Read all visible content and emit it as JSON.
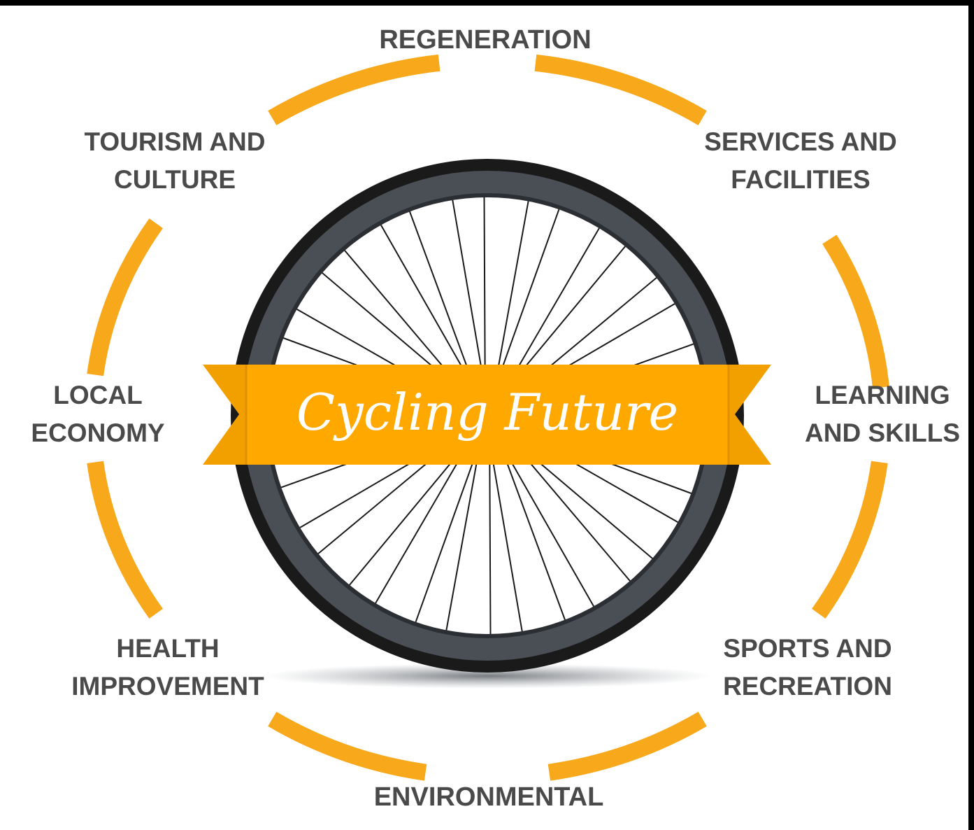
{
  "diagram": {
    "center_title": "Cycling Future",
    "outcomes": [
      {
        "id": "regeneration",
        "lines": [
          "REGENERATION"
        ]
      },
      {
        "id": "services",
        "lines": [
          "SERVICES AND",
          "FACILITIES"
        ]
      },
      {
        "id": "learning",
        "lines": [
          "LEARNING",
          "AND SKILLS"
        ]
      },
      {
        "id": "sports",
        "lines": [
          "SPORTS AND",
          "RECREATION"
        ]
      },
      {
        "id": "environmental",
        "lines": [
          "ENVIRONMENTAL"
        ]
      },
      {
        "id": "health",
        "lines": [
          "HEALTH",
          "IMPROVEMENT"
        ]
      },
      {
        "id": "local-economy",
        "lines": [
          "LOCAL",
          "ECONOMY"
        ]
      },
      {
        "id": "tourism",
        "lines": [
          "TOURISM AND",
          "CULTURE"
        ]
      }
    ]
  },
  "colors": {
    "accent": "#FFA800",
    "ring": "#F7A81B",
    "tyre": "#1a1a1a",
    "rim": "#4a4f55",
    "label_text": "#4a4a4a",
    "title_text": "#ffffff"
  }
}
